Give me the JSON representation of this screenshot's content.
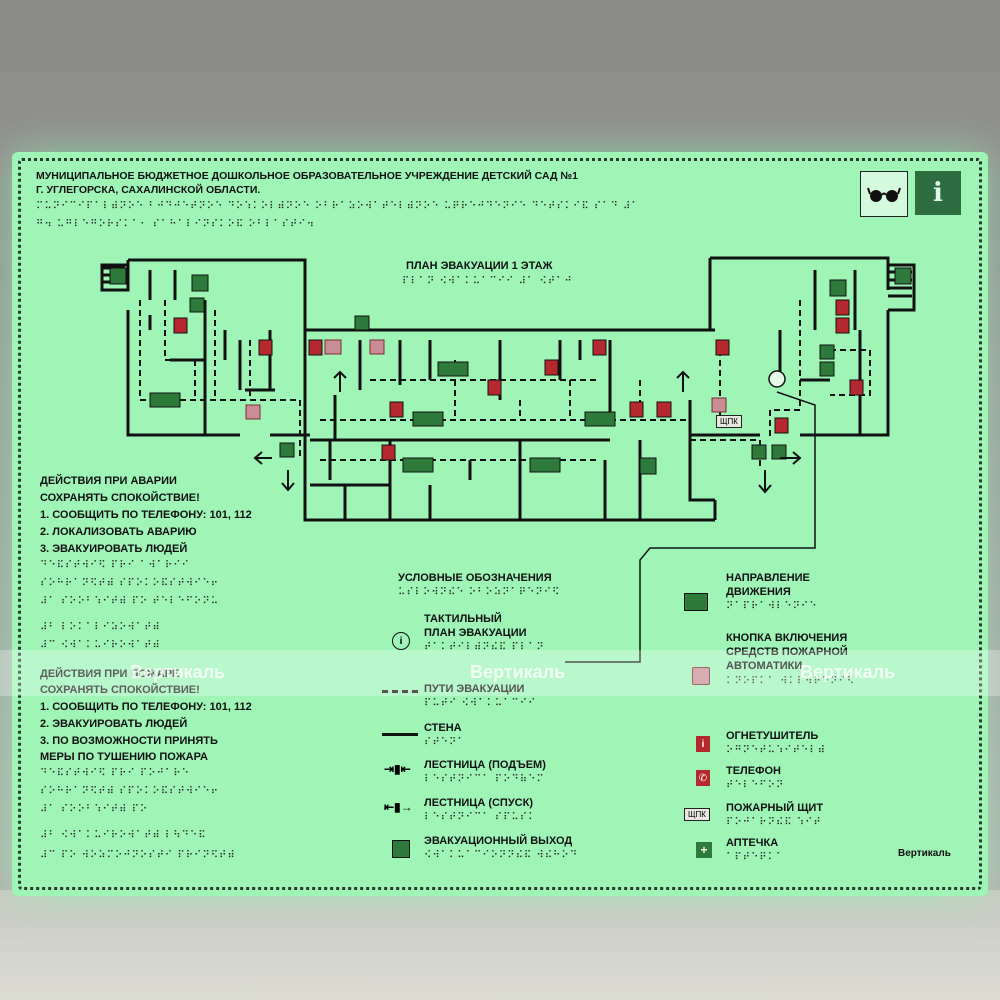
{
  "header": {
    "line1": "МУНИЦИПАЛЬНОЕ БЮДЖЕТНОЕ ДОШКОЛЬНОЕ ОБРАЗОВАТЕЛЬНОЕ УЧРЕЖДЕНИЕ ДЕТСКИЙ САД №1",
    "line2": "Г. УГЛЕГОРСКА, САХАЛИНСКОЙ ОБЛАСТИ.",
    "braille1": "⠍⠥⠝⠊⠉⠊⠏⠁⠇⠾⠝⠕⠑ ⠃⠚⠙⠚⠑⠞⠝⠕⠑ ⠙⠕⠱⠅⠕⠇⠾⠝⠕⠑ ⠕⠃⠗⠁⠵⠕⠺⠁⠞⠑⠇⠾⠝⠕⠑ ⠥⠟⠗⠑⠚⠙⠑⠝⠊⠑ ⠙⠑⠞⠎⠅⠊⠯ ⠎⠁⠙ ⠼⠁",
    "braille2": "⠛⠲ ⠥⠛⠇⠑⠛⠕⠗⠎⠅⠁⠂ ⠎⠁⠓⠁⠇⠊⠝⠎⠅⠕⠯ ⠕⠃⠇⠁⠎⠞⠊⠲"
  },
  "plan": {
    "title": "ПЛАН ЭВАКУАЦИИ 1 ЭТАЖ",
    "braille": "⠏⠇⠁⠝ ⠪⠺⠁⠅⠥⠁⠉⠊⠊ ⠼⠁ ⠪⠞⠁⠚",
    "shield_label": "ЩПК"
  },
  "accident": {
    "lines": [
      "ДЕЙСТВИЯ ПРИ АВАРИИ",
      "СОХРАНЯТЬ СПОКОЙСТВИЕ!",
      "1. СООБЩИТЬ ПО ТЕЛЕФОНУ: 101, 112",
      "2. ЛОКАЛИЗОВАТЬ АВАРИЮ",
      "3. ЭВАКУИРОВАТЬ ЛЮДЕЙ"
    ],
    "braille": [
      "⠙⠑⠯⠎⠞⠺⠊⠫ ⠏⠗⠊ ⠁⠺⠁⠗⠊⠊",
      "⠎⠕⠓⠗⠁⠝⠫⠞⠾ ⠎⠏⠕⠅⠕⠯⠎⠞⠺⠊⠑⠖",
      "⠼⠁ ⠎⠕⠕⠃⠱⠊⠞⠾ ⠏⠕ ⠞⠑⠇⠑⠋⠕⠝⠥",
      "⠼⠃ ⠇⠕⠅⠁⠇⠊⠵⠕⠺⠁⠞⠾",
      "⠼⠉ ⠪⠺⠁⠅⠥⠊⠗⠕⠺⠁⠞⠾"
    ]
  },
  "fire": {
    "lines": [
      "ДЕЙСТВИЯ ПРИ ПОЖАРЕ",
      "СОХРАНЯТЬ СПОКОЙСТВИЕ!",
      "1. СООБЩИТЬ ПО ТЕЛЕФОНУ: 101, 112",
      "2. ЭВАКУИРОВАТЬ ЛЮДЕЙ",
      "3. ПО ВОЗМОЖНОСТИ ПРИНЯТЬ",
      "МЕРЫ ПО ТУШЕНИЮ ПОЖАРА"
    ],
    "braille": [
      "⠙⠑⠯⠎⠞⠺⠊⠫ ⠏⠗⠊ ⠏⠕⠚⠁⠗⠑",
      "⠎⠕⠓⠗⠁⠝⠫⠞⠾ ⠎⠏⠕⠅⠕⠯⠎⠞⠺⠊⠑⠖",
      "⠼⠁ ⠎⠕⠕⠃⠱⠊⠞⠾ ⠏⠕",
      "⠼⠃ ⠪⠺⠁⠅⠥⠊⠗⠕⠺⠁⠞⠾ ⠇⠳⠙⠑⠯",
      "⠼⠉ ⠏⠕ ⠺⠕⠵⠍⠕⠚⠝⠕⠎⠞⠊ ⠏⠗⠊⠝⠫⠞⠾"
    ]
  },
  "legend": {
    "title": "УСЛОВНЫЕ ОБОЗНАЧЕНИЯ",
    "title_braille": "⠥⠎⠇⠕⠺⠝⠮⠑ ⠕⠃⠕⠵⠝⠁⠟⠑⠝⠊⠫",
    "items_left": [
      {
        "label": "ТАКТИЛЬНЫЙ",
        "label2": "ПЛАН ЭВАКУАЦИИ",
        "braille": "⠞⠁⠅⠞⠊⠇⠾⠝⠮⠯ ⠏⠇⠁⠝",
        "icon": "info-circle-icon"
      },
      {
        "label": "ПУТИ ЭВАКУАЦИИ",
        "braille": "⠏⠥⠞⠊ ⠪⠺⠁⠅⠥⠁⠉⠊⠊",
        "icon": "dashed-line-icon"
      },
      {
        "label": "СТЕНА",
        "braille": "⠎⠞⠑⠝⠁",
        "icon": "solid-line-icon"
      },
      {
        "label": "ЛЕСТНИЦА (ПОДЪЕМ)",
        "braille": "⠇⠑⠎⠞⠝⠊⠉⠁ ⠏⠕⠙⠷⠑⠍",
        "icon": "stairs-up-icon"
      },
      {
        "label": "ЛЕСТНИЦА (СПУСК)",
        "braille": "⠇⠑⠎⠞⠝⠊⠉⠁ ⠎⠏⠥⠎⠅",
        "icon": "stairs-down-icon"
      },
      {
        "label": "ЭВАКУАЦИОННЫЙ ВЫХОД",
        "braille": "⠪⠺⠁⠅⠥⠁⠉⠊⠕⠝⠝⠮⠯ ⠺⠮⠓⠕⠙",
        "icon": "emergency-exit-icon"
      }
    ],
    "items_right": [
      {
        "label": "НАПРАВЛЕНИЕ",
        "label2": "ДВИЖЕНИЯ",
        "braille": "⠝⠁⠏⠗⠁⠺⠇⠑⠝⠊⠑",
        "icon": "direction-arrow-icon"
      },
      {
        "label": "КНОПКА ВКЛЮЧЕНИЯ",
        "label2": "СРЕДСТВ ПОЖАРНОЙ",
        "label3": "АВТОМАТИКИ",
        "braille": "⠅⠝⠕⠏⠅⠁ ⠺⠅⠇⠳⠟⠑⠝⠊⠫",
        "icon": "fire-button-icon"
      },
      {
        "label": "ОГНЕТУШИТЕЛЬ",
        "braille": "⠕⠛⠝⠑⠞⠥⠱⠊⠞⠑⠇⠾",
        "icon": "extinguisher-icon"
      },
      {
        "label": "ТЕЛЕФОН",
        "braille": "⠞⠑⠇⠑⠋⠕⠝",
        "icon": "phone-icon"
      },
      {
        "label": "ПОЖАРНЫЙ ЩИТ",
        "braille": "⠏⠕⠚⠁⠗⠝⠮⠯ ⠱⠊⠞",
        "icon": "fire-shield-icon",
        "box": "ЩПК"
      },
      {
        "label": "АПТЕЧКА",
        "braille": "⠁⠏⠞⠑⠟⠅⠁",
        "icon": "first-aid-icon"
      }
    ]
  },
  "watermark": {
    "left": "Вертикаль",
    "middle": "Вертикаль",
    "right": "Вертикаль"
  },
  "brand": {
    "name": "Вертикаль"
  },
  "colors": {
    "plate": "#9ef5b6",
    "exit_green": "#2d7a3a",
    "extinguisher_red": "#b5282d"
  }
}
